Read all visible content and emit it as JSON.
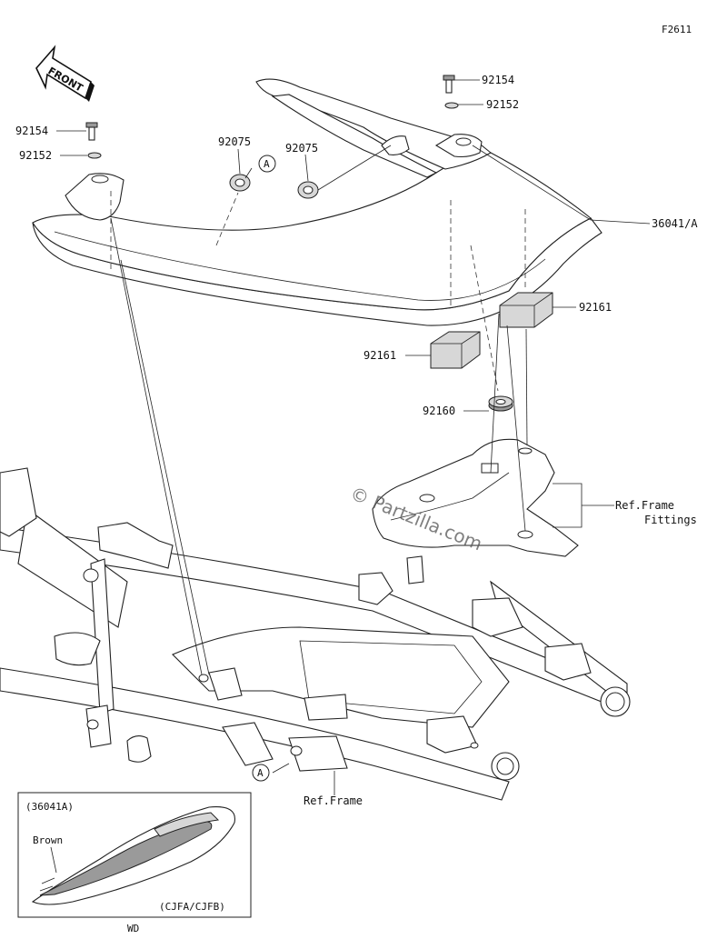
{
  "figure_code": "F2611",
  "front_label": "FRONT",
  "watermark": "© Partzilla.com",
  "callouts": [
    {
      "id": "bolt-right",
      "text": "92154"
    },
    {
      "id": "washer-right",
      "text": "92152"
    },
    {
      "id": "bolt-left",
      "text": "92154"
    },
    {
      "id": "washer-left",
      "text": "92152"
    },
    {
      "id": "grommet-left",
      "text": "92075"
    },
    {
      "id": "grommet-right",
      "text": "92075"
    },
    {
      "id": "seat-cover",
      "text": "36041/A"
    },
    {
      "id": "pad-right",
      "text": "92161"
    },
    {
      "id": "pad-left",
      "text": "92161"
    },
    {
      "id": "damper",
      "text": "92160"
    },
    {
      "id": "ref-fittings-1",
      "text": "Ref.Frame"
    },
    {
      "id": "ref-fittings-2",
      "text": "Fittings"
    },
    {
      "id": "ref-frame",
      "text": "Ref.Frame"
    }
  ],
  "markers": [
    "A",
    "A"
  ],
  "inset": {
    "part": "(36041A)",
    "color": "Brown",
    "variant": "(CJFA/CJFB)"
  },
  "footer": "WD"
}
